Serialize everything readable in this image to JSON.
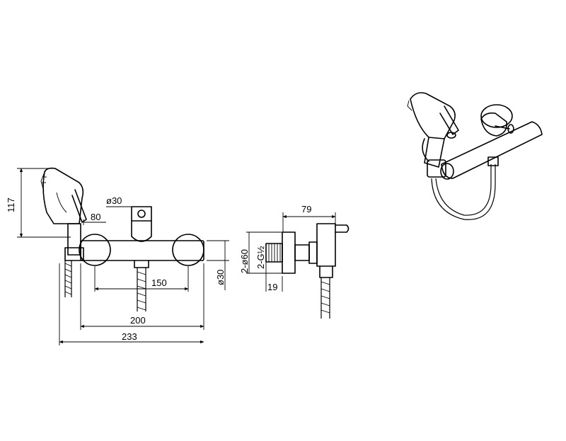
{
  "dimensions": {
    "height_spray": "117",
    "diameter_top": "ø30",
    "depth_80": "80",
    "spacing_150": "150",
    "width_200": "200",
    "overall_233": "233",
    "diameter_side": "ø30",
    "projection_79": "79",
    "rosette": "2-ø60",
    "thread": "2-G½",
    "offset_19": "19"
  }
}
